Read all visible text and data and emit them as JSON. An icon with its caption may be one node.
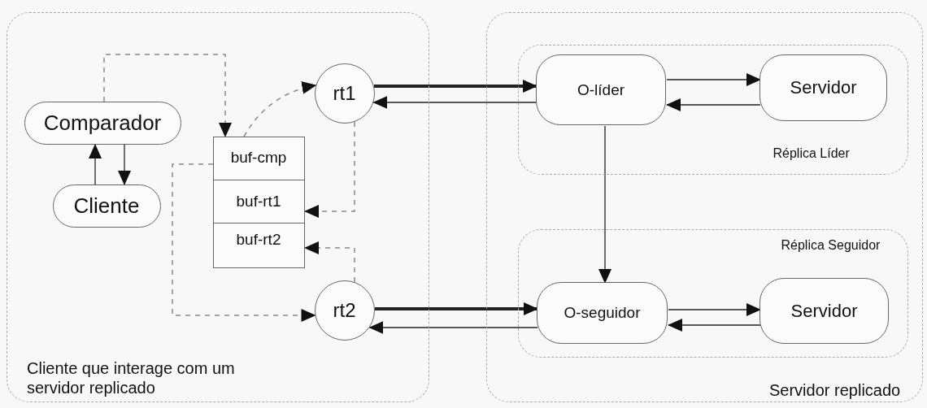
{
  "diagram": {
    "nodes": [
      {
        "text": [
          "Cliente que interage com um servidor replicado"
        ]
      },
      {
        "text": [
          "Servidor replicado"
        ]
      },
      {
        "text": [
          "Réplica Líder"
        ],
        "in": 1
      },
      {
        "text": [
          "Réplica Seguidor"
        ],
        "in": 1
      },
      {
        "text": [
          "Comparador"
        ],
        "in": 0
      },
      {
        "text": [
          "Cliente"
        ],
        "in": 0
      },
      {
        "text": [],
        "shape": "box",
        "in": 0
      },
      {
        "text": [
          "buf-cmp"
        ],
        "in": 6
      },
      {
        "text": [
          "buf-rt1"
        ],
        "in": 6
      },
      {
        "text": [
          "buf-rt2"
        ],
        "in": 6
      },
      {
        "text": [
          "rt1"
        ],
        "in": 0
      },
      {
        "text": [
          "rt2"
        ],
        "in": 0
      },
      {
        "text": [
          "O-líder"
        ],
        "in": 2
      },
      {
        "text": [
          "Servidor"
        ],
        "in": 2
      },
      {
        "text": [
          "O-seguidor"
        ],
        "in": 3
      },
      {
        "text": [
          "Servidor"
        ],
        "in": 3
      }
    ],
    "edges": [
      {
        "from": 4,
        "to": 5,
        "arrow": "to"
      },
      {
        "from": 5,
        "to": 4,
        "arrow": "to"
      },
      {
        "from": 4,
        "to": 7,
        "arrow": "to",
        "style": "dashed",
        "color": "#888888"
      },
      {
        "from": 7,
        "to": 10,
        "arrow": "to",
        "style": "dashed",
        "color": "#888888"
      },
      {
        "from": 7,
        "to": 11,
        "arrow": "to",
        "style": "dashed",
        "color": "#888888"
      },
      {
        "from": 10,
        "to": 8,
        "arrow": "to",
        "style": "dashed",
        "color": "#888888"
      },
      {
        "from": 11,
        "to": 9,
        "arrow": "to",
        "style": "dashed",
        "color": "#888888"
      },
      {
        "from": 10,
        "to": 12,
        "arrow": "to",
        "style": "thick"
      },
      {
        "from": 12,
        "to": 10,
        "arrow": "to"
      },
      {
        "from": 12,
        "to": 13,
        "arrow": "to"
      },
      {
        "from": 13,
        "to": 12,
        "arrow": "to"
      },
      {
        "from": 12,
        "to": 14,
        "arrow": "to"
      },
      {
        "from": 11,
        "to": 14,
        "arrow": "to",
        "style": "thick"
      },
      {
        "from": 14,
        "to": 11,
        "arrow": "to"
      },
      {
        "from": 14,
        "to": 15,
        "arrow": "to"
      },
      {
        "from": 15,
        "to": 14,
        "arrow": "to"
      }
    ]
  }
}
